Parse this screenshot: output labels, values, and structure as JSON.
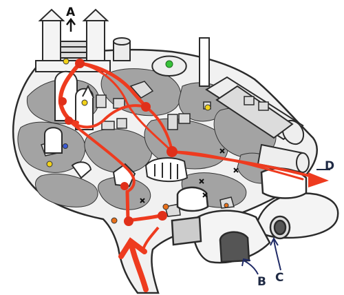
{
  "map": {
    "labels": {
      "a": "A",
      "b": "B",
      "c": "C",
      "d": "D"
    },
    "colors": {
      "route": "#ee3b1f",
      "route_dark": "#e0301a",
      "floor_dark": "#a3a3a3",
      "floor_light": "#e9e9e9",
      "outline": "#2b2b2b",
      "entry_arrows": "#1f2a66",
      "dot_yellow": "#f2d21b",
      "dot_green": "#38c23a",
      "dot_blue": "#3a5bd8",
      "dot_orange": "#e8701a"
    },
    "icons": {
      "entrance_marker": "arrow-up-icon",
      "route_waypoint": "circle-marker-icon",
      "enemy_marker": "x-marker-icon"
    }
  }
}
